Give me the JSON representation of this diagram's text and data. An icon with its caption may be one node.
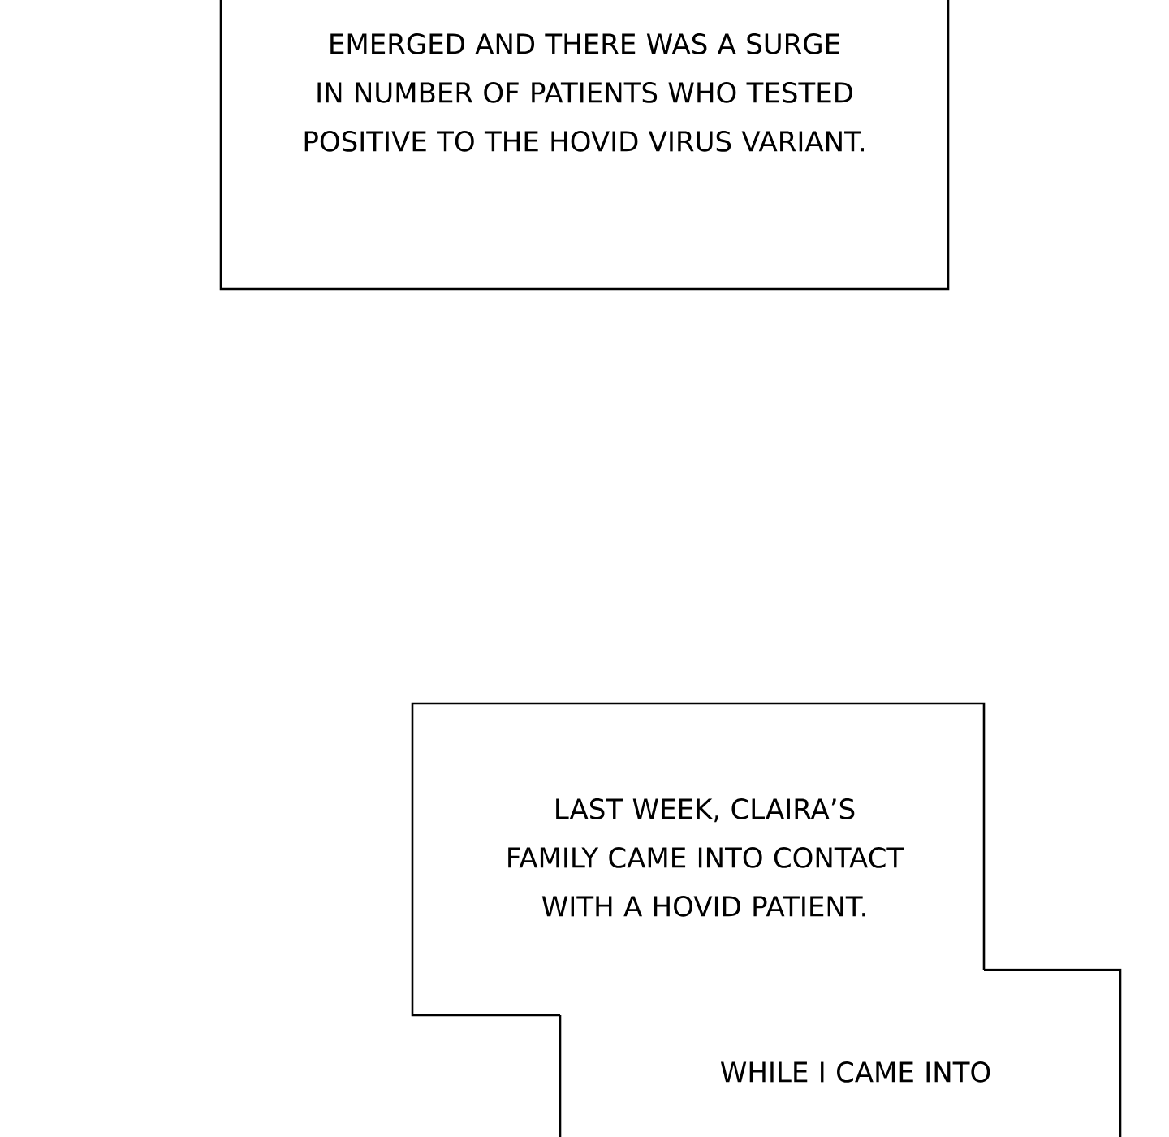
{
  "diagram": {
    "nodes": [
      {
        "text": [
          "EMERGED AND THERE WAS A SURGE IN NUMBER OF PATIENTS WHO TESTED POSITIVE TO THE HOVID VIRUS VARIANT."
        ]
      },
      {
        "text": [
          "LAST WEEK, CLAIRA’S FAMILY CAME INTO CONTACT WITH A HOVID PATIENT."
        ]
      },
      {
        "text": [
          "WHILE I CAME INTO"
        ]
      }
    ]
  }
}
